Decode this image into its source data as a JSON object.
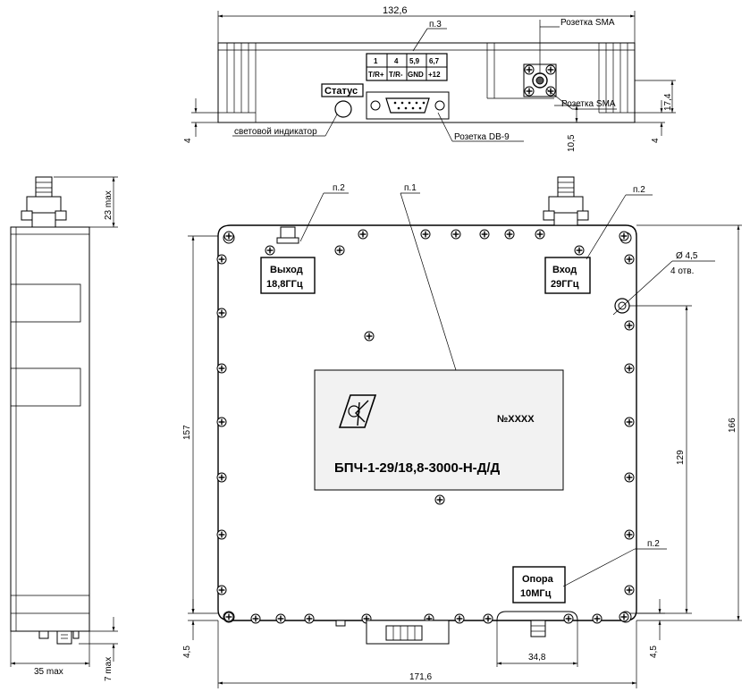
{
  "dimensions": {
    "top_width": "132,6",
    "top_right_height": "17,4",
    "top_left_offset": "4",
    "top_right_offset": "4",
    "top_db9_offset": "10,5",
    "side_connector": "23 max",
    "side_bottom": "7 max",
    "side_width": "35 max",
    "front_height": "157",
    "front_total_height": "166",
    "front_hole_spacing": "129",
    "front_left_offset": "4,5",
    "front_right_offset": "4,5",
    "front_width": "171,6",
    "front_ref_width": "34,8",
    "hole_diameter": "Ø 4,5",
    "hole_count": "4 отв."
  },
  "top_view": {
    "note_p3": "п.3",
    "sma_label": "Розетка SMA",
    "status_label": "Статус",
    "indicator_label": "световой индикатор",
    "db9_label": "Розетка DB-9",
    "pin_table": {
      "pins": [
        "1",
        "4",
        "5,9",
        "6,7"
      ],
      "signals": [
        "T/R+",
        "T/R-",
        "GND",
        "+12"
      ]
    }
  },
  "front_view": {
    "note_p1": "п.1",
    "note_p2_output": "п.2",
    "note_p2_input": "п.2",
    "note_p2_ref": "п.2",
    "output_label": [
      "Выход",
      "18,8ГГц"
    ],
    "input_label": [
      "Вход",
      "29ГГц"
    ],
    "ref_label": [
      "Опора",
      "10МГц"
    ],
    "serial": "№XXXX",
    "model": "БПЧ-1-29/18,8-3000-Н-Д/Д",
    "logo": "SK-logo-icon"
  }
}
